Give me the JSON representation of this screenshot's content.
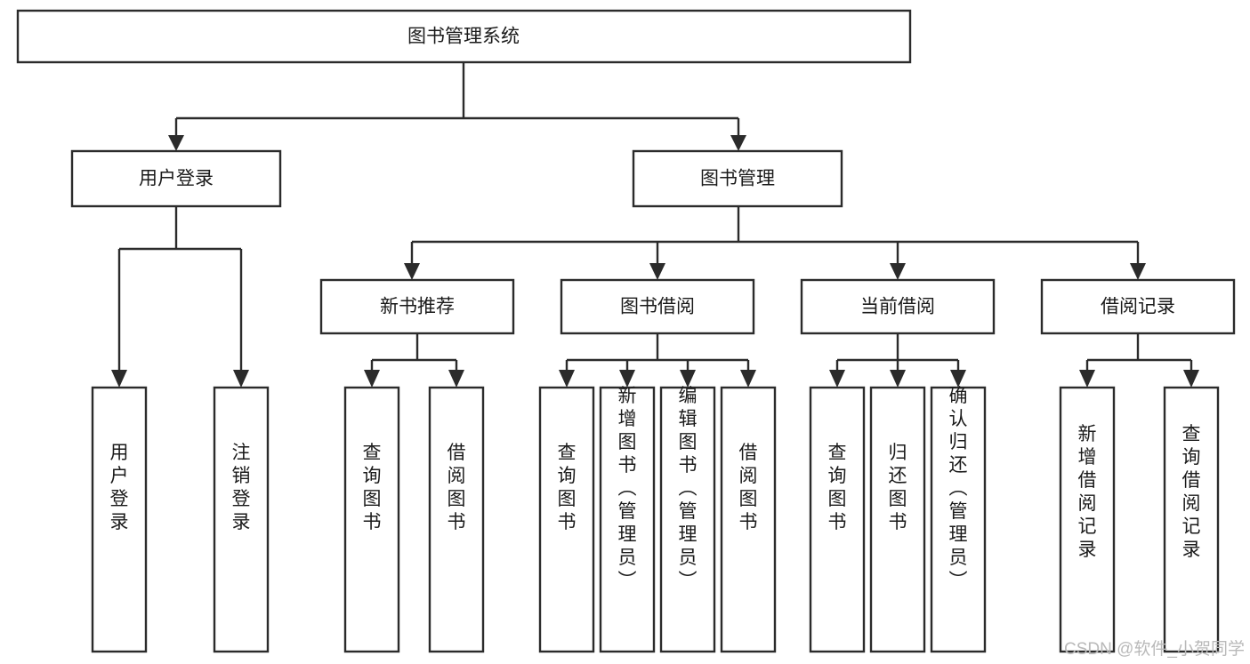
{
  "diagram": {
    "title": "图书管理系统",
    "type": "tree",
    "orientation": "top-down",
    "colors": {
      "box_stroke": "#2b2b2b",
      "box_fill": "#ffffff",
      "connector": "#2b2b2b",
      "text": "#1a1a1a",
      "watermark": "#b9b9b9",
      "background": "#ffffff"
    },
    "root": {
      "label": "图书管理系统"
    },
    "level2": [
      {
        "label": "用户登录"
      },
      {
        "label": "图书管理"
      }
    ],
    "level3": [
      {
        "label": "新书推荐"
      },
      {
        "label": "图书借阅"
      },
      {
        "label": "当前借阅"
      },
      {
        "label": "借阅记录"
      }
    ],
    "leaves": {
      "user_login": [
        {
          "label": "用户登录"
        },
        {
          "label": "注销登录"
        }
      ],
      "new_book_recommend": [
        {
          "label": "查询图书"
        },
        {
          "label": "借阅图书"
        }
      ],
      "book_borrow": [
        {
          "label": "查询图书"
        },
        {
          "label": "新增图书（管理员）"
        },
        {
          "label": "编辑图书（管理员）"
        },
        {
          "label": "借阅图书"
        }
      ],
      "current_borrow": [
        {
          "label": "查询图书"
        },
        {
          "label": "归还图书"
        },
        {
          "label": "确认归还（管理员）"
        }
      ],
      "borrow_record": [
        {
          "label": "新增借阅记录"
        },
        {
          "label": "查询借阅记录"
        }
      ]
    }
  },
  "watermark": {
    "text": "CSDN @软件_小贺同学"
  }
}
